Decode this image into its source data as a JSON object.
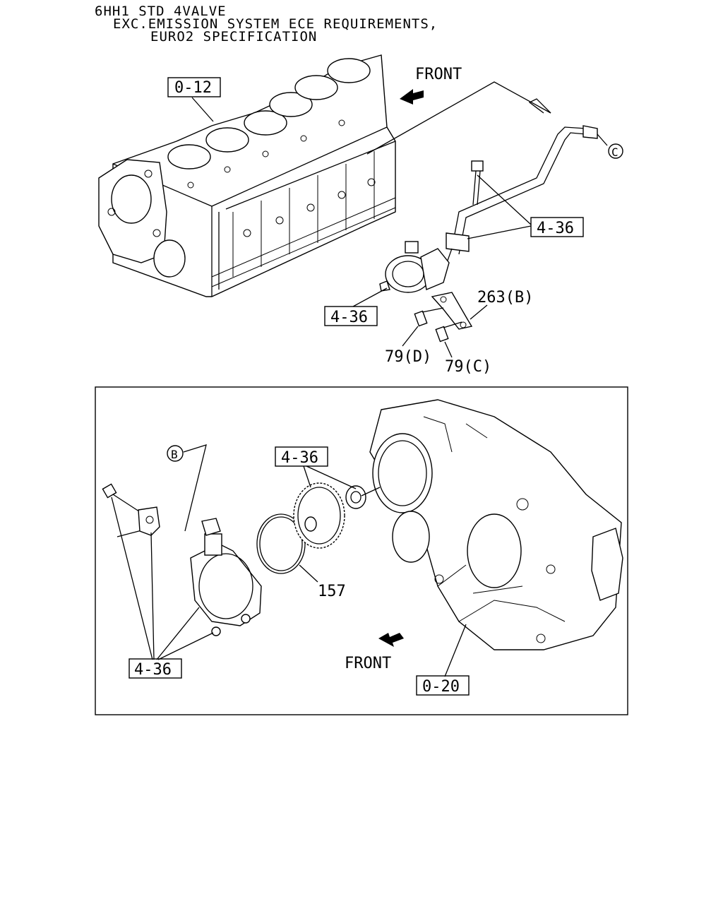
{
  "header": {
    "line1": "6HH1 STD 4VALVE",
    "line2": "EXC.EMISSION SYSTEM ECE REQUIREMENTS,",
    "line3": "EURO2 SPECIFICATION"
  },
  "top_view": {
    "front_label": "FRONT",
    "callouts": {
      "block": "0-12",
      "pipe_bolt": "4-36",
      "pump": "4-36",
      "bracket": "263(B)",
      "bolt_d": "79(D)",
      "bolt_c": "79(C)"
    },
    "ref_c": "C"
  },
  "detail_view": {
    "ref_b": "B",
    "front_label": "FRONT",
    "callouts": {
      "gear": "4-36",
      "oring": "157",
      "pump": "4-36",
      "housing": "0-20"
    }
  }
}
